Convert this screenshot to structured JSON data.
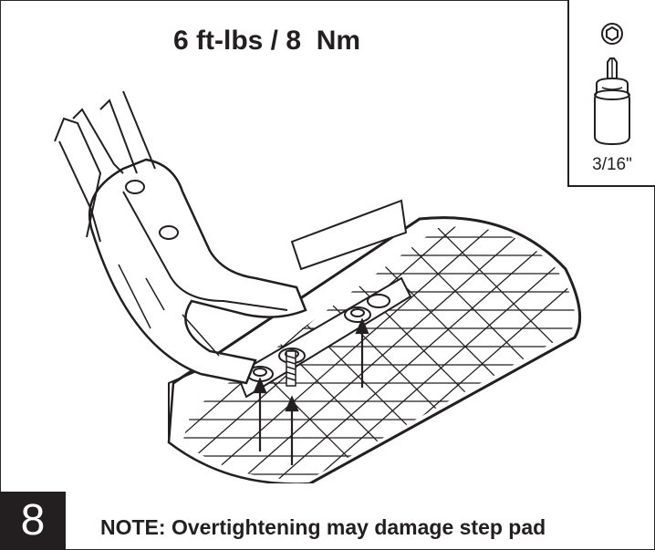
{
  "torque_spec": "6 ft-lbs / 8  Nm",
  "tool": {
    "icon": "hex-bit-socket-icon",
    "size": "3/16\""
  },
  "step": {
    "number": "8",
    "note": "NOTE: Overtightening may damage step pad"
  },
  "colors": {
    "ink": "#231f20",
    "background": "#ffffff"
  }
}
